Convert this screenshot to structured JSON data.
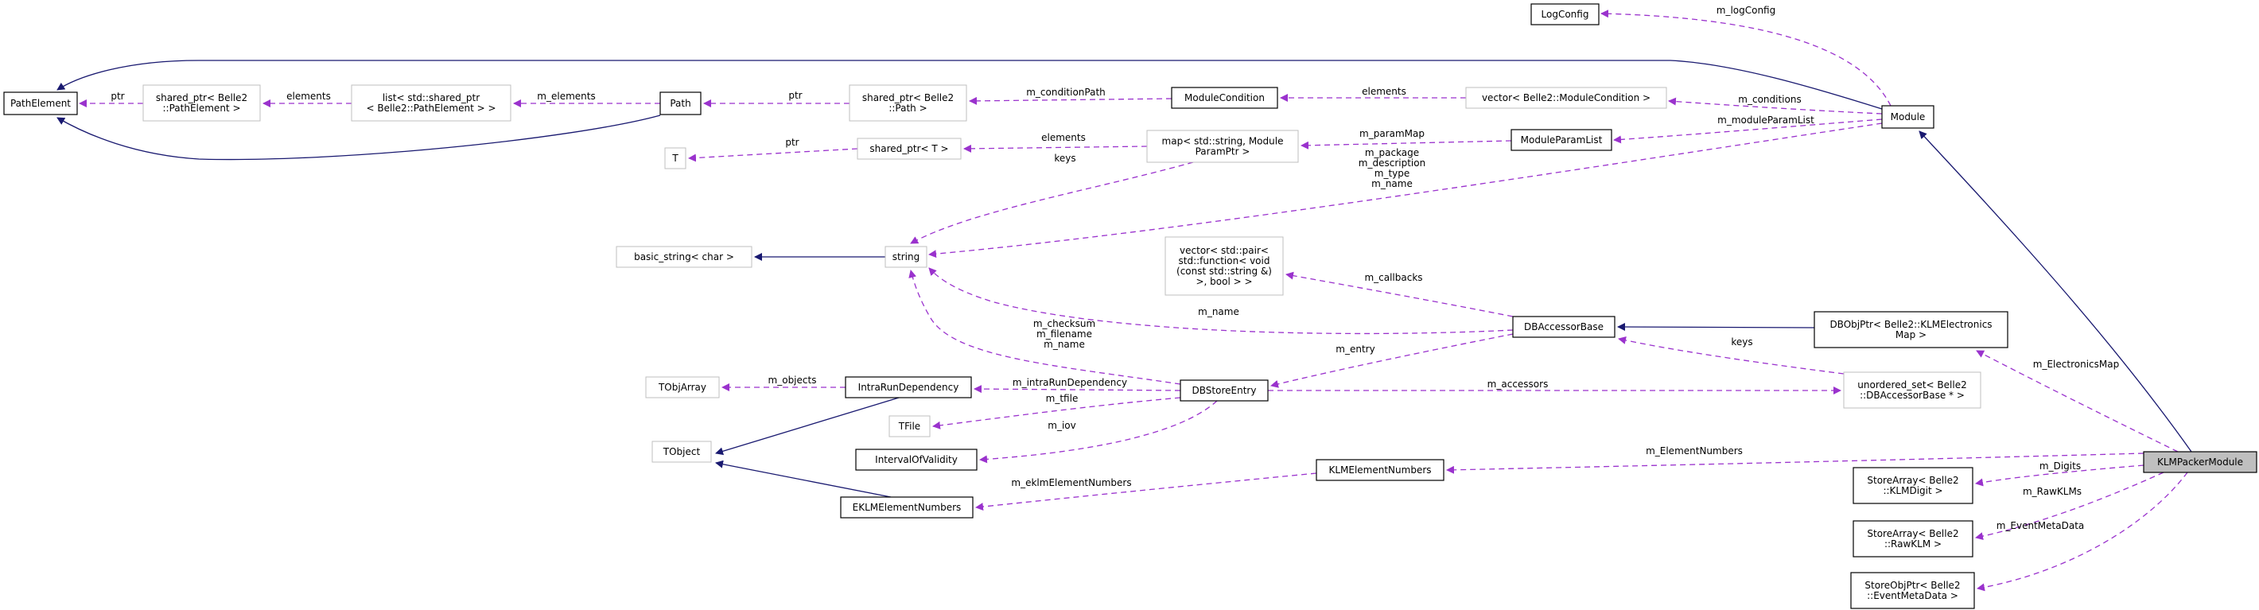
{
  "diagram": {
    "title": "Collaboration diagram for KLMPackerModule",
    "colors": {
      "inherit": "#191970",
      "usage": "#9a32cd",
      "node_border_documented": "#000000",
      "node_border_external": "#bfbfbf",
      "focus_fill": "#bfbfbf"
    },
    "nodes": [
      {
        "id": "PathElement",
        "lines": [
          "PathElement"
        ],
        "kind": "documented"
      },
      {
        "id": "sp_PathElement",
        "lines": [
          "shared_ptr< Belle2",
          "::PathElement >"
        ],
        "kind": "external"
      },
      {
        "id": "list_sp",
        "lines": [
          "list< std::shared_ptr",
          "< Belle2::PathElement > >"
        ],
        "kind": "external"
      },
      {
        "id": "Path",
        "lines": [
          "Path"
        ],
        "kind": "documented"
      },
      {
        "id": "sp_Path",
        "lines": [
          "shared_ptr< Belle2",
          "::Path >"
        ],
        "kind": "external"
      },
      {
        "id": "ModuleCondition",
        "lines": [
          "ModuleCondition"
        ],
        "kind": "documented"
      },
      {
        "id": "vec_ModuleCondition",
        "lines": [
          "vector< Belle2::ModuleCondition >"
        ],
        "kind": "external"
      },
      {
        "id": "LogConfig",
        "lines": [
          "LogConfig"
        ],
        "kind": "documented"
      },
      {
        "id": "Module",
        "lines": [
          "Module"
        ],
        "kind": "documented"
      },
      {
        "id": "T",
        "lines": [
          "T"
        ],
        "kind": "external"
      },
      {
        "id": "sp_T",
        "lines": [
          "shared_ptr< T >"
        ],
        "kind": "external"
      },
      {
        "id": "map_param",
        "lines": [
          "map< std::string, Module",
          "ParamPtr >"
        ],
        "kind": "external"
      },
      {
        "id": "ModuleParamList",
        "lines": [
          "ModuleParamList"
        ],
        "kind": "documented"
      },
      {
        "id": "basic_string",
        "lines": [
          "basic_string< char >"
        ],
        "kind": "external"
      },
      {
        "id": "string",
        "lines": [
          "string"
        ],
        "kind": "external"
      },
      {
        "id": "vec_pair",
        "lines": [
          "vector< std::pair<",
          "std::function< void",
          "(const std::string &)",
          ">, bool > >"
        ],
        "kind": "external"
      },
      {
        "id": "DBAccessorBase",
        "lines": [
          "DBAccessorBase"
        ],
        "kind": "documented"
      },
      {
        "id": "DBObjPtr",
        "lines": [
          "DBObjPtr< Belle2::KLMElectronics",
          "Map >"
        ],
        "kind": "documented"
      },
      {
        "id": "TObjArray",
        "lines": [
          "TObjArray"
        ],
        "kind": "external"
      },
      {
        "id": "IntraRunDependency",
        "lines": [
          "IntraRunDependency"
        ],
        "kind": "documented"
      },
      {
        "id": "DBStoreEntry",
        "lines": [
          "DBStoreEntry"
        ],
        "kind": "documented"
      },
      {
        "id": "unordered_set",
        "lines": [
          "unordered_set< Belle2",
          "::DBAccessorBase * >"
        ],
        "kind": "external"
      },
      {
        "id": "TFile",
        "lines": [
          "TFile"
        ],
        "kind": "external"
      },
      {
        "id": "TObject",
        "lines": [
          "TObject"
        ],
        "kind": "external"
      },
      {
        "id": "IntervalOfValidity",
        "lines": [
          "IntervalOfValidity"
        ],
        "kind": "documented"
      },
      {
        "id": "KLMElementNumbers",
        "lines": [
          "KLMElementNumbers"
        ],
        "kind": "documented"
      },
      {
        "id": "EKLMElementNumbers",
        "lines": [
          "EKLMElementNumbers"
        ],
        "kind": "documented"
      },
      {
        "id": "KLMPackerModule",
        "lines": [
          "KLMPackerModule"
        ],
        "kind": "focus"
      },
      {
        "id": "SA_KLMDigit",
        "lines": [
          "StoreArray< Belle2",
          "::KLMDigit >"
        ],
        "kind": "documented"
      },
      {
        "id": "SA_RawKLM",
        "lines": [
          "StoreArray< Belle2",
          "::RawKLM >"
        ],
        "kind": "documented"
      },
      {
        "id": "SOP_EventMetaData",
        "lines": [
          "StoreObjPtr< Belle2",
          "::EventMetaData >"
        ],
        "kind": "documented"
      }
    ],
    "edges": [
      {
        "from": "sp_PathElement",
        "to": "PathElement",
        "type": "usage",
        "label": [
          "ptr"
        ]
      },
      {
        "from": "list_sp",
        "to": "sp_PathElement",
        "type": "usage",
        "label": [
          "elements"
        ]
      },
      {
        "from": "Path",
        "to": "list_sp",
        "type": "usage",
        "label": [
          "m_elements"
        ]
      },
      {
        "from": "Path",
        "to": "PathElement",
        "type": "inherit",
        "label": []
      },
      {
        "from": "Module",
        "to": "PathElement",
        "type": "inherit",
        "label": []
      },
      {
        "from": "sp_Path",
        "to": "Path",
        "type": "usage",
        "label": [
          "ptr"
        ]
      },
      {
        "from": "ModuleCondition",
        "to": "sp_Path",
        "type": "usage",
        "label": [
          "m_conditionPath"
        ]
      },
      {
        "from": "vec_ModuleCondition",
        "to": "ModuleCondition",
        "type": "usage",
        "label": [
          "elements"
        ]
      },
      {
        "from": "Module",
        "to": "vec_ModuleCondition",
        "type": "usage",
        "label": [
          "m_conditions"
        ]
      },
      {
        "from": "Module",
        "to": "LogConfig",
        "type": "usage",
        "label": [
          "m_logConfig"
        ]
      },
      {
        "from": "Module",
        "to": "ModuleParamList",
        "type": "usage",
        "label": [
          "m_moduleParamList"
        ]
      },
      {
        "from": "sp_T",
        "to": "T",
        "type": "usage",
        "label": [
          "ptr"
        ]
      },
      {
        "from": "map_param",
        "to": "sp_T",
        "type": "usage",
        "label": [
          "elements"
        ]
      },
      {
        "from": "ModuleParamList",
        "to": "map_param",
        "type": "usage",
        "label": [
          "m_paramMap"
        ]
      },
      {
        "from": "map_param",
        "to": "string",
        "type": "usage",
        "label": [
          "keys"
        ]
      },
      {
        "from": "Module",
        "to": "string",
        "type": "usage",
        "label": [
          "m_package",
          "m_description",
          "m_type",
          "m_name"
        ]
      },
      {
        "from": "string",
        "to": "basic_string",
        "type": "inherit",
        "label": []
      },
      {
        "from": "DBAccessorBase",
        "to": "vec_pair",
        "type": "usage",
        "label": [
          "m_callbacks"
        ]
      },
      {
        "from": "DBAccessorBase",
        "to": "string",
        "type": "usage",
        "label": [
          "m_name"
        ]
      },
      {
        "from": "DBStoreEntry",
        "to": "string",
        "type": "usage",
        "label": [
          "m_checksum",
          "m_filename",
          "m_name"
        ]
      },
      {
        "from": "DBAccessorBase",
        "to": "DBStoreEntry",
        "type": "usage",
        "label": [
          "m_entry"
        ]
      },
      {
        "from": "DBObjPtr",
        "to": "DBAccessorBase",
        "type": "inherit",
        "label": []
      },
      {
        "from": "unordered_set",
        "to": "DBAccessorBase",
        "type": "usage",
        "label": [
          "keys"
        ]
      },
      {
        "from": "DBStoreEntry",
        "to": "unordered_set",
        "type": "usage",
        "label": [
          "m_accessors"
        ]
      },
      {
        "from": "IntraRunDependency",
        "to": "TObjArray",
        "type": "usage",
        "label": [
          "m_objects"
        ]
      },
      {
        "from": "DBStoreEntry",
        "to": "IntraRunDependency",
        "type": "usage",
        "label": [
          "m_intraRunDependency"
        ]
      },
      {
        "from": "DBStoreEntry",
        "to": "TFile",
        "type": "usage",
        "label": [
          "m_tfile"
        ]
      },
      {
        "from": "DBStoreEntry",
        "to": "IntervalOfValidity",
        "type": "usage",
        "label": [
          "m_iov"
        ]
      },
      {
        "from": "IntraRunDependency",
        "to": "TObject",
        "type": "inherit",
        "label": []
      },
      {
        "from": "EKLMElementNumbers",
        "to": "TObject",
        "type": "inherit",
        "label": []
      },
      {
        "from": "KLMElementNumbers",
        "to": "EKLMElementNumbers",
        "type": "usage",
        "label": [
          "m_eklmElementNumbers"
        ]
      },
      {
        "from": "KLMPackerModule",
        "to": "KLMElementNumbers",
        "type": "usage",
        "label": [
          "m_ElementNumbers"
        ]
      },
      {
        "from": "KLMPackerModule",
        "to": "Module",
        "type": "inherit",
        "label": []
      },
      {
        "from": "KLMPackerModule",
        "to": "DBObjPtr",
        "type": "usage",
        "label": [
          "m_ElectronicsMap"
        ]
      },
      {
        "from": "KLMPackerModule",
        "to": "SA_KLMDigit",
        "type": "usage",
        "label": [
          "m_Digits"
        ]
      },
      {
        "from": "KLMPackerModule",
        "to": "SA_RawKLM",
        "type": "usage",
        "label": [
          "m_RawKLMs"
        ]
      },
      {
        "from": "KLMPackerModule",
        "to": "SOP_EventMetaData",
        "type": "usage",
        "label": [
          "m_EventMetaData"
        ]
      }
    ]
  }
}
